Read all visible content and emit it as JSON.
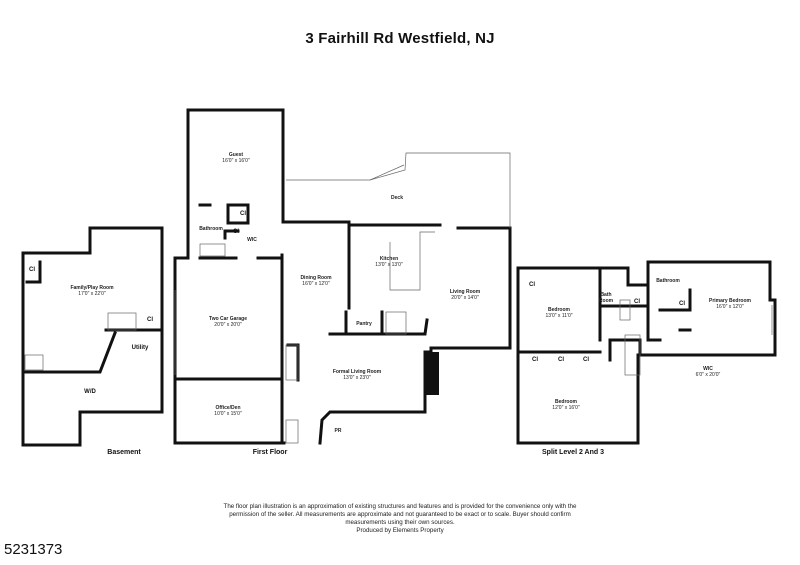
{
  "title": "3 Fairhill Rd Westfield, NJ",
  "floors": {
    "basement": {
      "label": "Basement",
      "rooms": [
        {
          "name": "Family/Play Room",
          "dims": "17'0\" x 22'0\""
        },
        {
          "name": "Utility",
          "dims": ""
        },
        {
          "name": "W/D",
          "dims": ""
        }
      ],
      "closets": [
        "Cl",
        "Cl"
      ]
    },
    "first_floor": {
      "label": "First Floor",
      "rooms": [
        {
          "name": "Guest",
          "dims": "16'0\" x 16'0\""
        },
        {
          "name": "Bathroom",
          "dims": ""
        },
        {
          "name": "WIC",
          "dims": ""
        },
        {
          "name": "Deck",
          "dims": ""
        },
        {
          "name": "Kitchen",
          "dims": "13'0\" x 13'0\""
        },
        {
          "name": "Dining Room",
          "dims": "16'0\" x 12'0\""
        },
        {
          "name": "Living Room",
          "dims": "20'0\" x 14'0\""
        },
        {
          "name": "Two Car Garage",
          "dims": "20'0\" x 20'0\""
        },
        {
          "name": "Pantry",
          "dims": ""
        },
        {
          "name": "Formal Living Room",
          "dims": "13'0\" x 23'0\""
        },
        {
          "name": "Office/Den",
          "dims": "10'0\" x 15'0\""
        },
        {
          "name": "PR",
          "dims": ""
        }
      ],
      "closets": [
        "Cl",
        "Cl"
      ]
    },
    "split_level": {
      "label": "Split Level 2 And 3",
      "rooms": [
        {
          "name": "Bedroom",
          "dims": "13'0\" x 11'0\""
        },
        {
          "name": "Bath Room",
          "dims": ""
        },
        {
          "name": "Bathroom",
          "dims": ""
        },
        {
          "name": "Primary Bedroom",
          "dims": "16'0\" x 12'0\""
        },
        {
          "name": "WIC",
          "dims": "6'0\" x 20'0\""
        },
        {
          "name": "Bedroom",
          "dims": "12'0\" x 16'0\""
        }
      ],
      "closets": [
        "Cl",
        "Cl",
        "Cl",
        "Cl",
        "Cl",
        "Cl"
      ]
    }
  },
  "disclaimer": {
    "line1": "The floor plan illustration is an approximation of existing structures and features and is provided for the convenience only with the",
    "line2": "permission of the seller. All measurements are approximate and not guaranteed to be exact or to scale. Buyer should confirm",
    "line3": "measurements using their own sources.",
    "line4": "Produced by Elements Property"
  },
  "listing_id": "5231373"
}
